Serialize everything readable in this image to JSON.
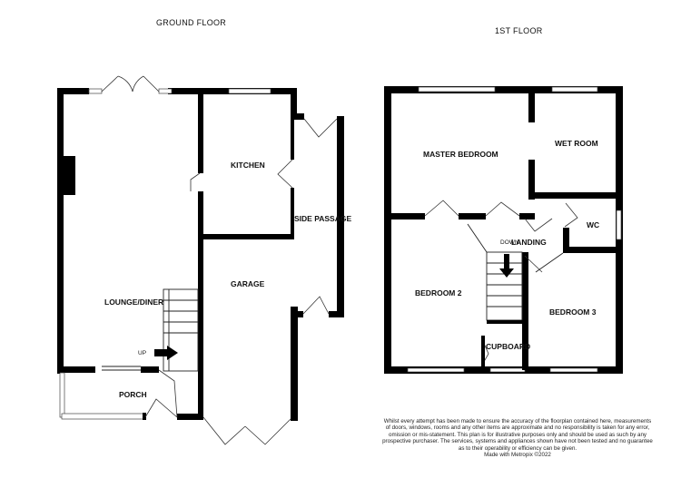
{
  "floors": {
    "ground": "GROUND FLOOR",
    "first": "1ST FLOOR"
  },
  "rooms": {
    "kitchen": "KITCHEN",
    "side_passage": "SIDE PASSAGE",
    "garage": "GARAGE",
    "lounge_diner": "LOUNGE/DINER",
    "porch": "PORCH",
    "master_bedroom": "MASTER BEDROOM",
    "wet_room": "WET ROOM",
    "wc": "WC",
    "landing": "LANDING",
    "bedroom2": "BEDROOM 2",
    "bedroom3": "BEDROOM 3",
    "cupboard": "CUPBOARD"
  },
  "stairs": {
    "up": "UP",
    "down": "DOWN"
  },
  "disclaimer": [
    "Whilst every attempt has been made to ensure the accuracy of the floorplan contained here, measurements",
    "of doors, windows, rooms and any other items are approximate and no responsibility is taken for any error,",
    "omission or mis-statement. This plan is for illustrative purposes only and should be used as such by any",
    "prospective purchaser. The services, systems and appliances shown have not been tested and no guarantee",
    "as to their operability or efficiency can be given.",
    "Made with Metropix ©2022"
  ]
}
